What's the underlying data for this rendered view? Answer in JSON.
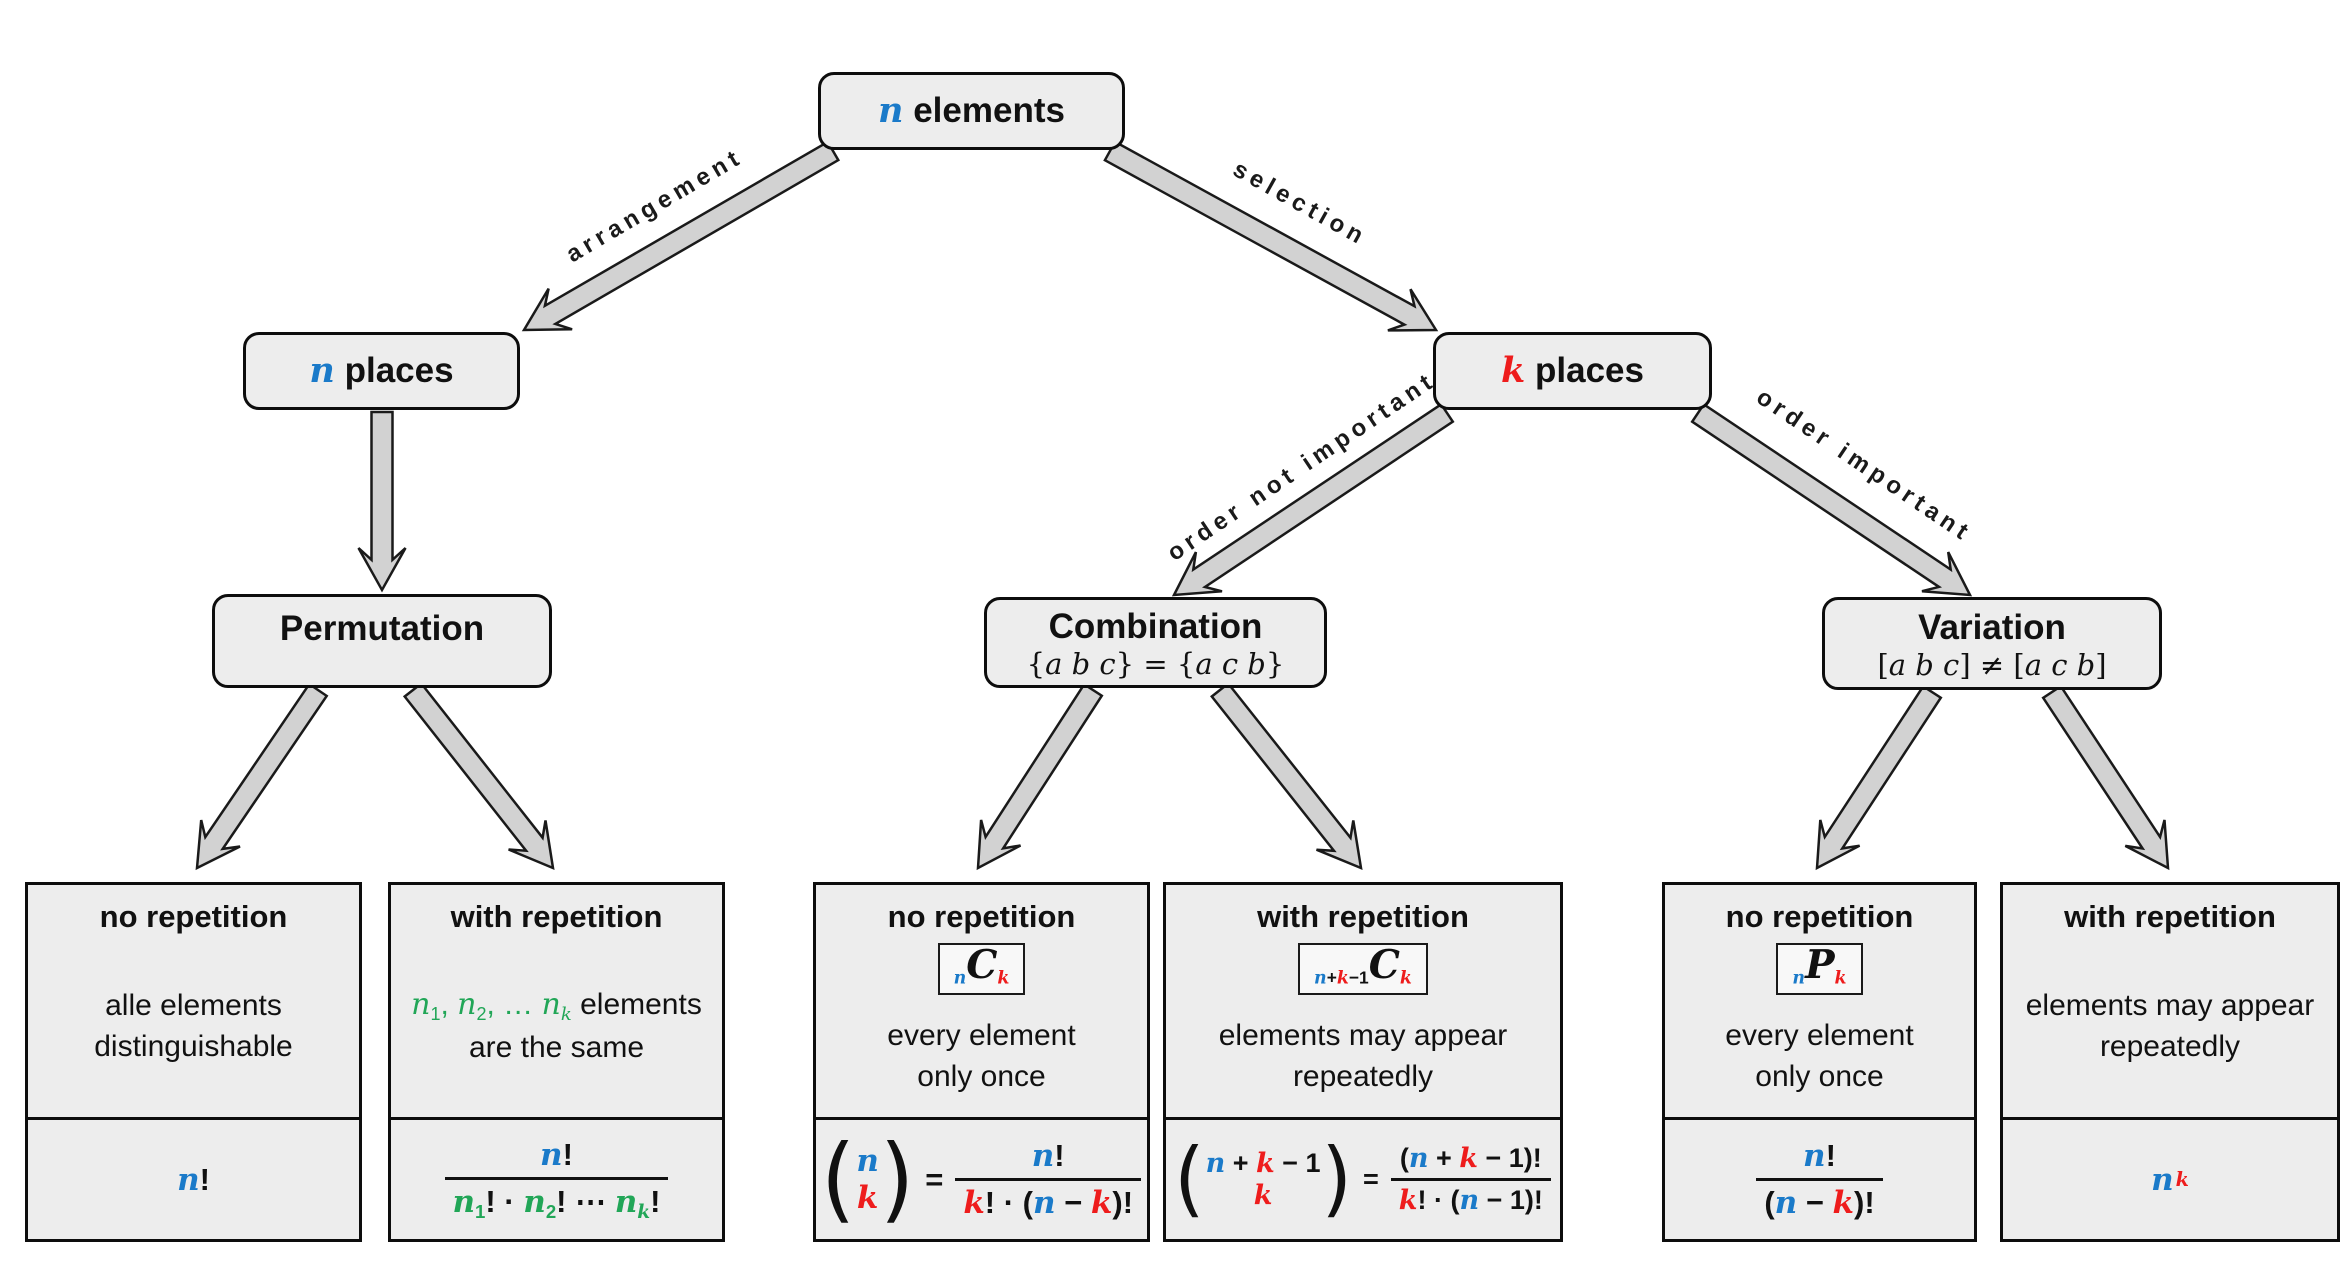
{
  "colors": {
    "blue": "#1a7ac9",
    "red": "#ee1c1c",
    "green": "#21a657",
    "box_fill": "#ededed",
    "arrow_fill": "#d2d2d2",
    "ink": "#111111"
  },
  "root": {
    "title": [
      {
        "t": "n",
        "c": "b",
        "m": 1
      },
      {
        "t": " elements"
      }
    ]
  },
  "edges": {
    "arrangement": "arrangement",
    "selection": "selection",
    "order_not": "order not important",
    "order_imp": "order important"
  },
  "level2": {
    "n_places": {
      "title": [
        {
          "t": "n",
          "c": "b",
          "m": 1
        },
        {
          "t": " places"
        }
      ]
    },
    "k_places": {
      "title": [
        {
          "t": "k",
          "c": "r",
          "m": 1
        },
        {
          "t": " places"
        }
      ]
    }
  },
  "level3": {
    "permutation": {
      "title": "Permutation"
    },
    "combination": {
      "title": "Combination",
      "subtitle": [
        {
          "t": "{"
        },
        {
          "t": "a b c",
          "m": 1
        },
        {
          "t": "} = {"
        },
        {
          "t": "a c b",
          "m": 1
        },
        {
          "t": "}"
        }
      ]
    },
    "variation": {
      "title": "Variation",
      "subtitle": [
        {
          "t": "["
        },
        {
          "t": "a b c",
          "m": 1
        },
        {
          "t": "] ≠ ["
        },
        {
          "t": "a c b",
          "m": 1
        },
        {
          "t": "]"
        }
      ]
    }
  },
  "leaves": [
    {
      "header": "no repetition",
      "desc": [
        [
          {
            "t": "alle elements"
          }
        ],
        [
          {
            "t": "distinguishable"
          }
        ]
      ],
      "formula": {
        "kind": "plain",
        "tokens": [
          {
            "t": "n",
            "c": "b",
            "m": 1
          },
          {
            "t": "!"
          }
        ]
      }
    },
    {
      "header": "with repetition",
      "desc": [
        [
          {
            "t": "n",
            "c": "g",
            "m": 1
          },
          {
            "t": "1",
            "c": "g",
            "s": "sub"
          },
          {
            "t": ", ",
            "c": "g"
          },
          {
            "t": "n",
            "c": "g",
            "m": 1
          },
          {
            "t": "2",
            "c": "g",
            "s": "sub"
          },
          {
            "t": ", … ",
            "c": "g"
          },
          {
            "t": "n",
            "c": "g",
            "m": 1
          },
          {
            "t": "k",
            "c": "g",
            "m": 1,
            "s": "sub"
          },
          {
            "t": " elements"
          }
        ],
        [
          {
            "t": "are the same"
          }
        ]
      ],
      "formula": {
        "kind": "frac",
        "top": [
          {
            "t": "n",
            "c": "b",
            "m": 1
          },
          {
            "t": "!"
          }
        ],
        "bottom": [
          {
            "t": "n",
            "c": "g",
            "m": 1
          },
          {
            "t": "1",
            "c": "g",
            "s": "sub"
          },
          {
            "t": "! · "
          },
          {
            "t": "n",
            "c": "g",
            "m": 1
          },
          {
            "t": "2",
            "c": "g",
            "s": "sub"
          },
          {
            "t": "! ⋯ "
          },
          {
            "t": "n",
            "c": "g",
            "m": 1
          },
          {
            "t": "k",
            "c": "g",
            "m": 1,
            "s": "sub"
          },
          {
            "t": "!"
          }
        ]
      }
    },
    {
      "header": "no repetition",
      "symbol": [
        {
          "t": "n",
          "c": "b",
          "m": 1,
          "s": "sub"
        },
        {
          "t": "C",
          "m": 1,
          "lg": 1
        },
        {
          "t": "k",
          "c": "r",
          "m": 1,
          "s": "sub"
        }
      ],
      "desc": [
        [
          {
            "t": "every element"
          }
        ],
        [
          {
            "t": "only once"
          }
        ]
      ],
      "formula": {
        "kind": "binom",
        "eq": "=",
        "parens": [
          "(",
          ")"
        ],
        "bt": [
          {
            "t": "n",
            "c": "b",
            "m": 1
          }
        ],
        "bb": [
          {
            "t": "k",
            "c": "r",
            "m": 1
          }
        ],
        "top": [
          {
            "t": "n",
            "c": "b",
            "m": 1
          },
          {
            "t": "!"
          }
        ],
        "bottom": [
          {
            "t": "k",
            "c": "r",
            "m": 1
          },
          {
            "t": "! · ("
          },
          {
            "t": "n",
            "c": "b",
            "m": 1
          },
          {
            "t": " − "
          },
          {
            "t": "k",
            "c": "r",
            "m": 1
          },
          {
            "t": ")!"
          }
        ]
      }
    },
    {
      "header": "with repetition",
      "symbol": [
        {
          "t": "n",
          "c": "b",
          "m": 1,
          "s": "sub"
        },
        {
          "t": "+",
          "s": "sub"
        },
        {
          "t": "k",
          "c": "r",
          "m": 1,
          "s": "sub"
        },
        {
          "t": "−1",
          "s": "sub"
        },
        {
          "t": "C",
          "m": 1,
          "lg": 1
        },
        {
          "t": "k",
          "c": "r",
          "m": 1,
          "s": "sub"
        }
      ],
      "desc": [
        [
          {
            "t": "elements may appear"
          }
        ],
        [
          {
            "t": "repeatedly"
          }
        ]
      ],
      "formula": {
        "kind": "binom",
        "eq": "=",
        "parens": [
          "(",
          ")"
        ],
        "bt": [
          {
            "t": "n",
            "c": "b",
            "m": 1
          },
          {
            "t": " + "
          },
          {
            "t": "k",
            "c": "r",
            "m": 1
          },
          {
            "t": " − 1"
          }
        ],
        "bb": [
          {
            "t": "k",
            "c": "r",
            "m": 1
          }
        ],
        "top": [
          {
            "t": "("
          },
          {
            "t": "n",
            "c": "b",
            "m": 1
          },
          {
            "t": " + "
          },
          {
            "t": "k",
            "c": "r",
            "m": 1
          },
          {
            "t": " − 1)!"
          }
        ],
        "bottom": [
          {
            "t": "k",
            "c": "r",
            "m": 1
          },
          {
            "t": "! · ("
          },
          {
            "t": "n",
            "c": "b",
            "m": 1
          },
          {
            "t": " − 1)!"
          }
        ]
      }
    },
    {
      "header": "no repetition",
      "symbol": [
        {
          "t": "n",
          "c": "b",
          "m": 1,
          "s": "sub"
        },
        {
          "t": "P",
          "m": 1,
          "lg": 1
        },
        {
          "t": "k",
          "c": "r",
          "m": 1,
          "s": "sub"
        }
      ],
      "desc": [
        [
          {
            "t": "every element"
          }
        ],
        [
          {
            "t": "only once"
          }
        ]
      ],
      "formula": {
        "kind": "frac",
        "top": [
          {
            "t": "n",
            "c": "b",
            "m": 1
          },
          {
            "t": "!"
          }
        ],
        "bottom": [
          {
            "t": "("
          },
          {
            "t": "n",
            "c": "b",
            "m": 1
          },
          {
            "t": " − "
          },
          {
            "t": "k",
            "c": "r",
            "m": 1
          },
          {
            "t": ")!"
          }
        ]
      }
    },
    {
      "header": "with repetition",
      "desc": [
        [
          {
            "t": "elements may appear"
          }
        ],
        [
          {
            "t": "repeatedly"
          }
        ]
      ],
      "formula": {
        "kind": "plain",
        "tokens": [
          {
            "t": "n",
            "c": "b",
            "m": 1
          },
          {
            "t": "k",
            "c": "r",
            "m": 1,
            "s": "sup"
          }
        ]
      }
    }
  ]
}
